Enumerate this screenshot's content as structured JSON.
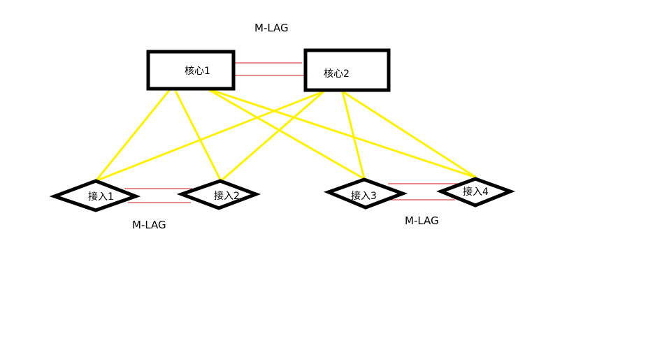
{
  "diagram": {
    "colors": {
      "node_border": "#000000",
      "uplink": "#FFF200",
      "peer_link": "#D0191F"
    },
    "core_nodes": [
      {
        "id": "core1",
        "label": "核心1"
      },
      {
        "id": "core2",
        "label": "核心2"
      }
    ],
    "access_nodes": [
      {
        "id": "access1",
        "label": "接入1"
      },
      {
        "id": "access2",
        "label": "接入2"
      },
      {
        "id": "access3",
        "label": "接入3"
      },
      {
        "id": "access4",
        "label": "接入4"
      }
    ],
    "mlag_labels": {
      "core": "M-LAG",
      "access_left": "M-LAG",
      "access_right": "M-LAG"
    },
    "uplinks": [
      {
        "from": "core1",
        "to": "access1"
      },
      {
        "from": "core1",
        "to": "access2"
      },
      {
        "from": "core1",
        "to": "access3"
      },
      {
        "from": "core1",
        "to": "access4"
      },
      {
        "from": "core2",
        "to": "access1"
      },
      {
        "from": "core2",
        "to": "access2"
      },
      {
        "from": "core2",
        "to": "access3"
      },
      {
        "from": "core2",
        "to": "access4"
      }
    ],
    "peer_links": [
      {
        "between": [
          "core1",
          "core2"
        ],
        "count": 2
      },
      {
        "between": [
          "access1",
          "access2"
        ],
        "count": 2
      },
      {
        "between": [
          "access3",
          "access4"
        ],
        "count": 2
      }
    ]
  }
}
